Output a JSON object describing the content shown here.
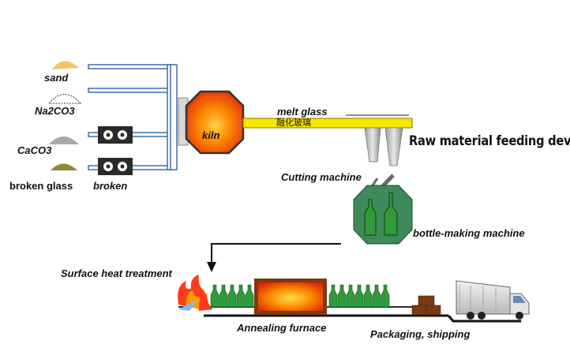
{
  "labels": {
    "sand": "sand",
    "na2co3": "Na2CO3",
    "caco3": "CaCO3",
    "broken_glass": "broken glass",
    "broken": "broken",
    "kiln": "kiln",
    "melt_glass": "melt glass",
    "melt_glass_cn": "融化玻璃",
    "raw_feed": "Raw material feeding device",
    "cutting": "Cutting machine",
    "bottle_making": "bottle-making machine",
    "surface_heat": "Surface heat treatment",
    "annealing": "Annealing furnace",
    "packaging": "Packaging, shipping"
  },
  "colors": {
    "sand": "#f2c56a",
    "caco3": "#a9a9a9",
    "broken_glass": "#8c8a3a",
    "kiln_orange": "#ff8a00",
    "kiln_red": "#e8400c",
    "melt_yellow": "#f7e600",
    "bottle_green": "#2f9a3a",
    "octagon_green": "#3f8a5a",
    "box_brown": "#7a3a12",
    "pipe_blue": "#3a6fb0"
  }
}
